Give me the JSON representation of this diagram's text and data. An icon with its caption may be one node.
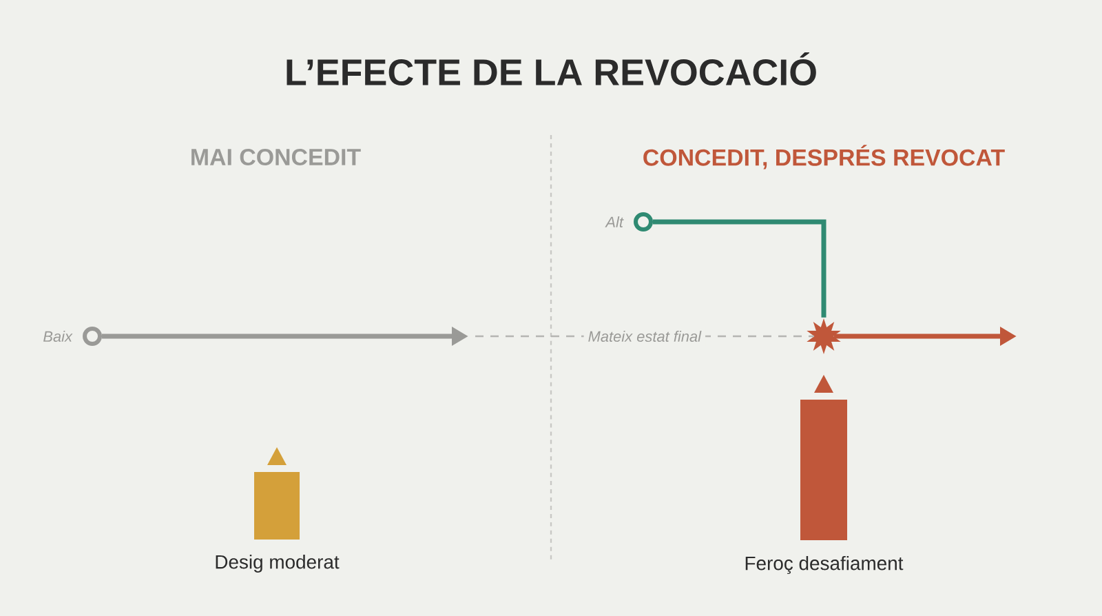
{
  "diagram": {
    "title": "L’EFECTE DE LA REVOCACIÓ",
    "nodes": [
      {
        "text": [],
        "shape": "circle",
        "beside": [
          "Baix"
        ]
      },
      {
        "text": [],
        "shape": "circle",
        "beside": [
          "Alt"
        ]
      },
      {
        "text": [],
        "shape": "star"
      },
      {
        "text": [
          "Desig moderat"
        ]
      },
      {
        "text": [
          "Feroç desafiament"
        ]
      }
    ],
    "edges": [
      {
        "from": 0,
        "to": null,
        "arrow": "to",
        "color": "#9a9a97"
      },
      {
        "from": 1,
        "to": 2,
        "arrow": "none",
        "color": "#2f8a72"
      },
      {
        "from": 2,
        "to": null,
        "arrow": "to",
        "color": "#c0573a"
      },
      {
        "from": null,
        "to": 2,
        "arrow": "none",
        "style": "dashed",
        "label": "Mateix estat final",
        "color": "#b5b5b2"
      }
    ],
    "labels": [
      "MAI CONCEDIT",
      "CONCEDIT, DESPRÉS REVOCAT"
    ]
  }
}
